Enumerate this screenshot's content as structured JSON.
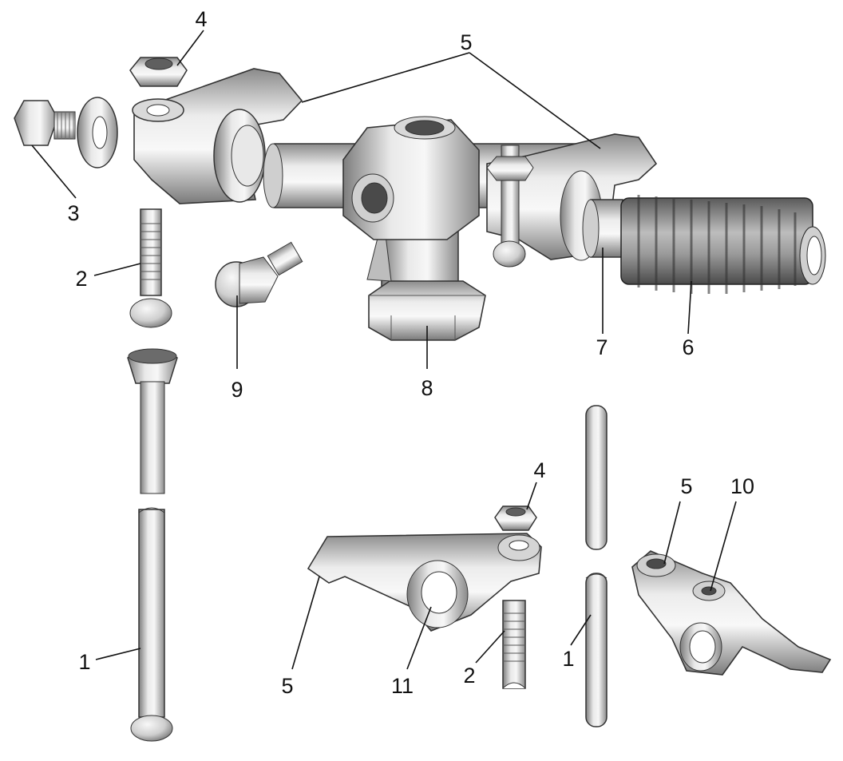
{
  "diagram": {
    "callouts": [
      {
        "id": "c-4-top",
        "text": "4"
      },
      {
        "id": "c-5-top",
        "text": "5"
      },
      {
        "id": "c-3",
        "text": "3"
      },
      {
        "id": "c-2-top",
        "text": "2"
      },
      {
        "id": "c-9",
        "text": "9"
      },
      {
        "id": "c-8",
        "text": "8"
      },
      {
        "id": "c-7",
        "text": "7"
      },
      {
        "id": "c-6",
        "text": "6"
      },
      {
        "id": "c-4-bot",
        "text": "4"
      },
      {
        "id": "c-5-bot-right",
        "text": "5"
      },
      {
        "id": "c-10",
        "text": "10"
      },
      {
        "id": "c-1-left",
        "text": "1"
      },
      {
        "id": "c-5-bot-left",
        "text": "5"
      },
      {
        "id": "c-11",
        "text": "11"
      },
      {
        "id": "c-2-bot",
        "text": "2"
      },
      {
        "id": "c-1-right",
        "text": "1"
      }
    ]
  }
}
